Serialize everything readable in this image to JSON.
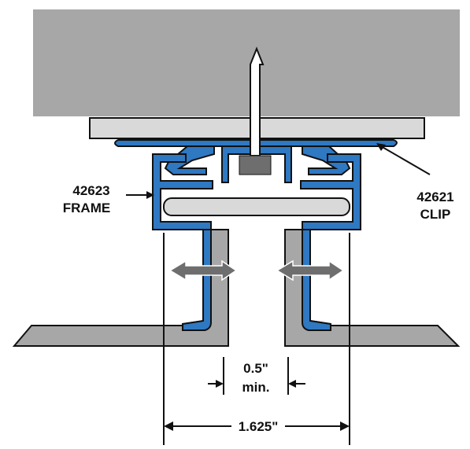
{
  "labels": {
    "frame_part": "42623",
    "frame_name": "FRAME",
    "clip_part": "42621",
    "clip_name": "CLIP",
    "gap_value": "0.5\"",
    "gap_note": "min.",
    "width_value": "1.625\""
  },
  "colors": {
    "substrate": "#a7a7a7",
    "panel": "#d9d9d9",
    "extrusion": "#2f78c2",
    "extrusion_dark": "#1c4f8a",
    "outline": "#111111",
    "arrow": "#6e6e6e"
  },
  "icons": {
    "fastener": "screw-icon",
    "movement": "double-arrow-icon"
  }
}
